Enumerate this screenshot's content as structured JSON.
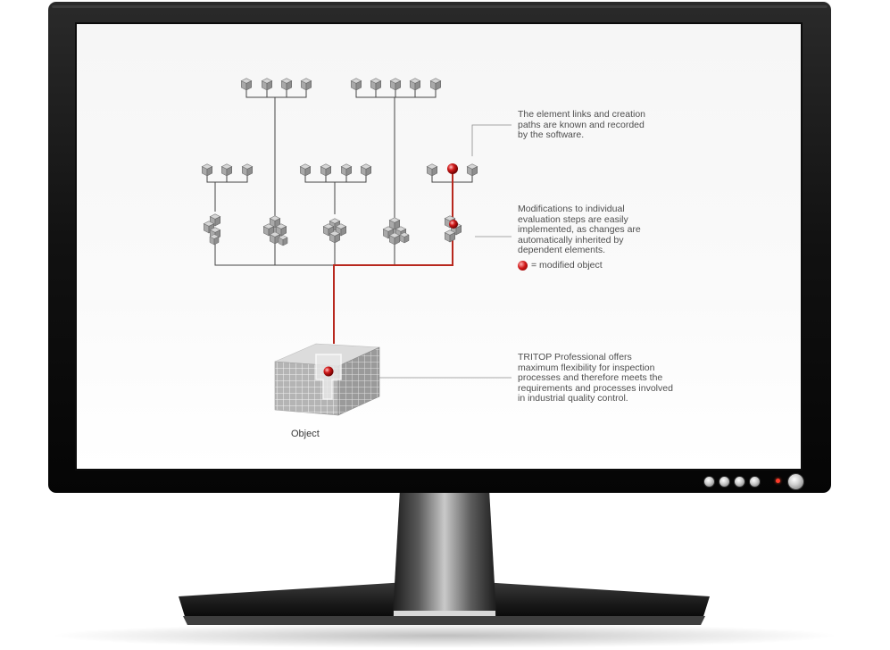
{
  "annotations": {
    "links": {
      "lines": [
        "The element links and creation",
        "paths are known and recorded",
        "by the software."
      ]
    },
    "modifications": {
      "lines": [
        "Modifications to individual",
        "evaluation steps are easily",
        "implemented, as changes are",
        "automatically inherited by",
        "dependent elements."
      ]
    },
    "legend": {
      "text": "= modified object"
    },
    "tritop": {
      "lines": [
        "TRITOP Professional offers",
        "maximum flexibility for inspection",
        "processes and therefore meets the",
        "requirements and processes involved",
        "in industrial quality control."
      ]
    }
  },
  "object_label": "Object",
  "colors": {
    "highlight_path": "#b8281e",
    "tree_line": "#444444",
    "cube_face": "#b8b8b8",
    "bezel": "#161616",
    "screen_bg": "#f7f7f7"
  },
  "monitor_controls": {
    "buttons": [
      "control-button",
      "control-button",
      "control-button",
      "control-button"
    ],
    "power": "power-button"
  }
}
